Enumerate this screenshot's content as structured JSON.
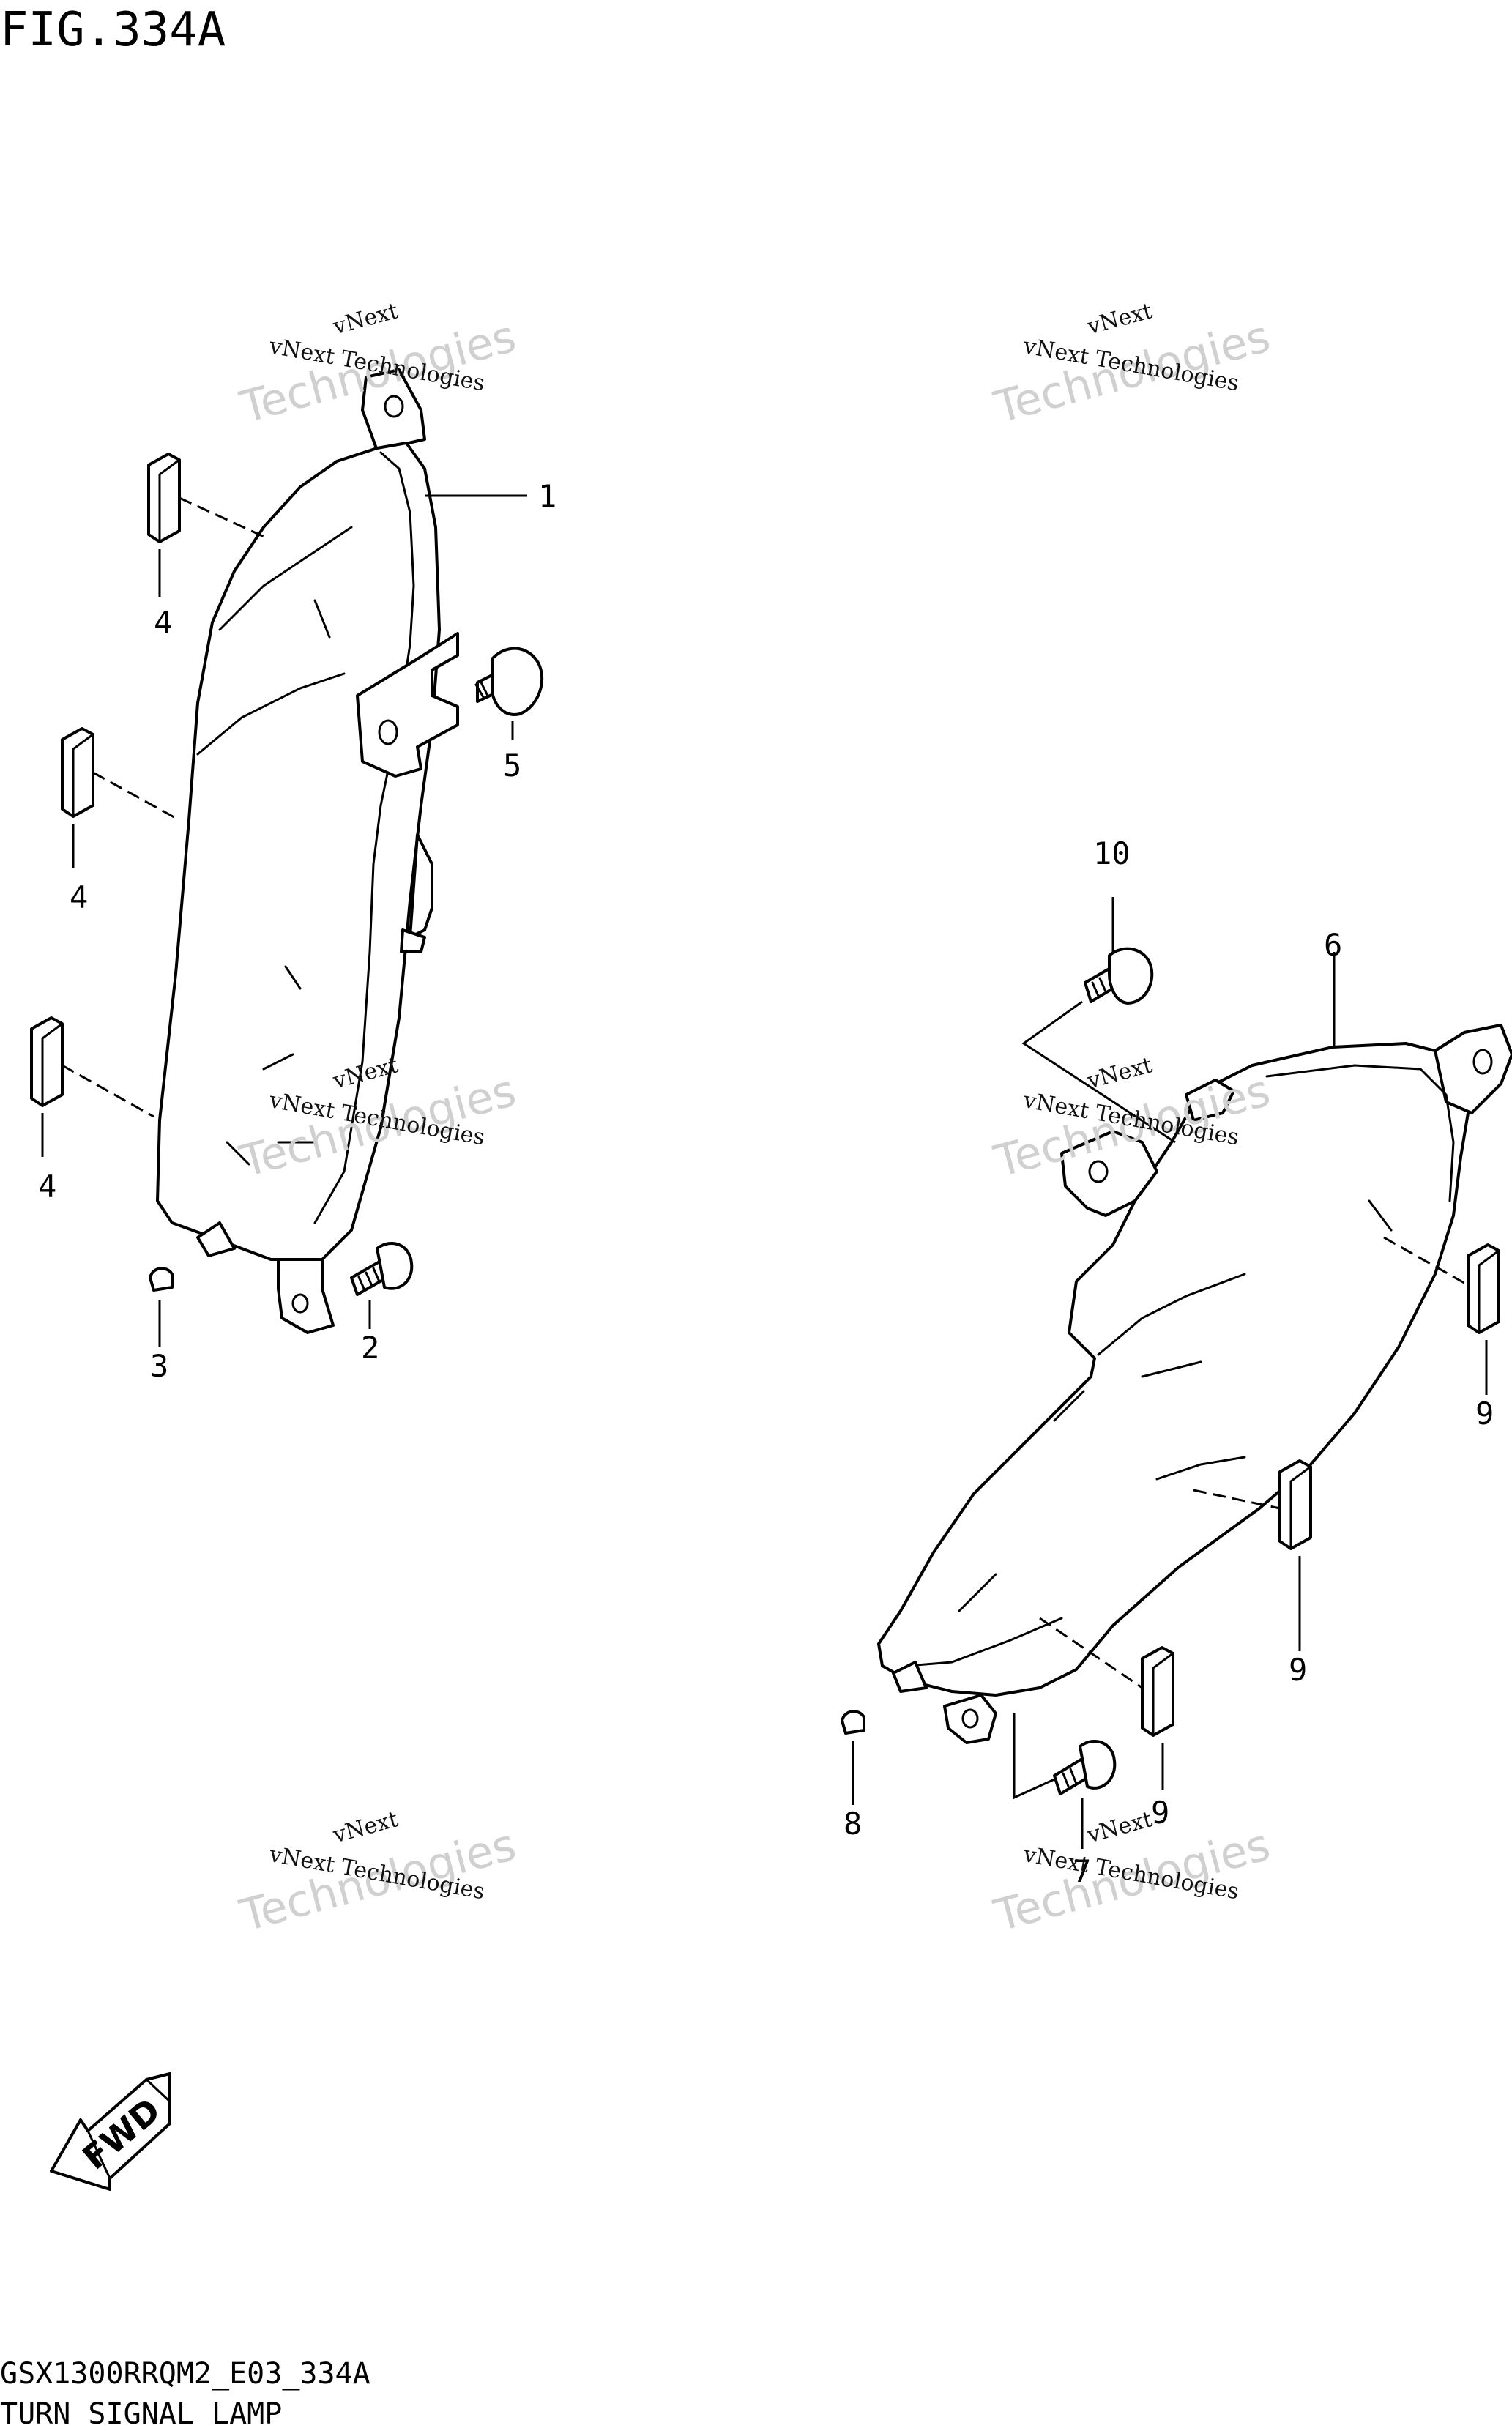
{
  "figure": {
    "title": "FIG.334A"
  },
  "watermark": {
    "line1": "vNext",
    "line2": "vNext Technologies",
    "line3": "Technologies"
  },
  "callouts": {
    "c1": "1",
    "c2": "2",
    "c3": "3",
    "c4a": "4",
    "c4b": "4",
    "c4c": "4",
    "c5": "5",
    "c6": "6",
    "c7": "7",
    "c8": "8",
    "c9a": "9",
    "c9b": "9",
    "c9c": "9",
    "c10": "10"
  },
  "direction": {
    "label": "FWD"
  },
  "footer": {
    "code": "GSX1300RRQM2_E03_334A",
    "caption": "TURN SIGNAL LAMP"
  }
}
